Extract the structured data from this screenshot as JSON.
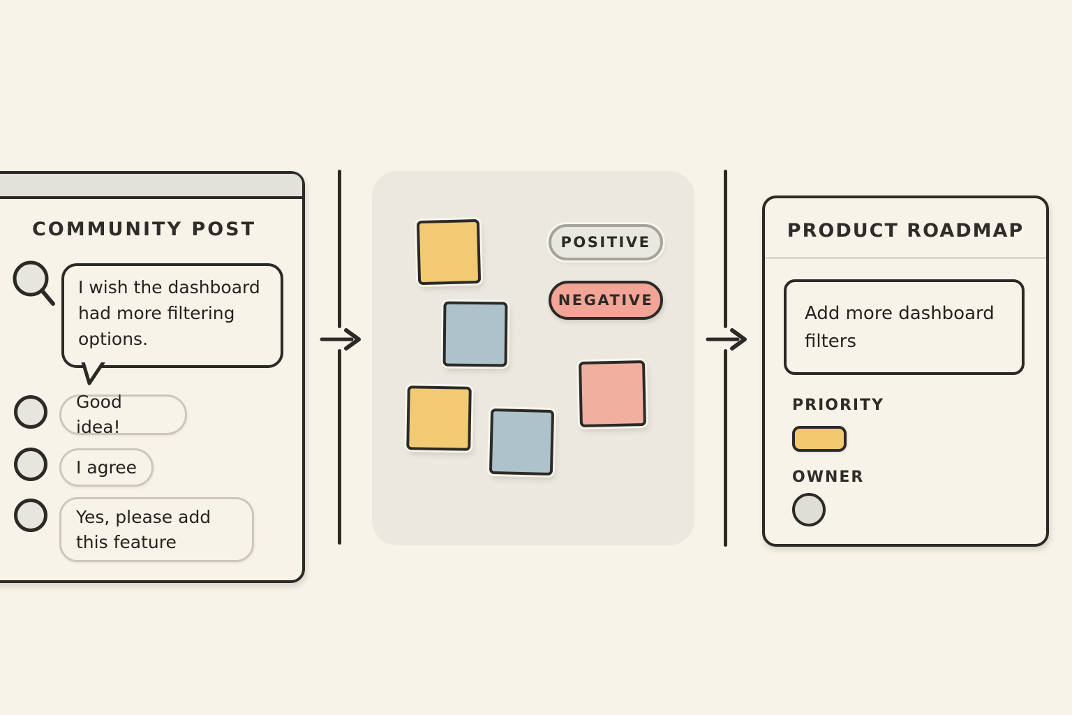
{
  "community_post": {
    "title": "COMMUNITY POST",
    "post_text": "I wish the dashboard had more filtering options.",
    "comments": [
      "Good idea!",
      "I agree",
      "Yes, please add this feature"
    ]
  },
  "sentiment_board": {
    "positive_label": "POSITIVE",
    "negative_label": "NEGATIVE",
    "sticky_notes": [
      {
        "color": "yellow"
      },
      {
        "color": "blue"
      },
      {
        "color": "pink"
      },
      {
        "color": "yellow"
      },
      {
        "color": "blue"
      }
    ]
  },
  "roadmap": {
    "title": "PRODUCT ROADMAP",
    "feature_text": "Add more dashboard filters",
    "priority_label": "PRIORITY",
    "owner_label": "OWNER"
  },
  "colors": {
    "background": "#f8f3e9",
    "ink": "#2b2a27",
    "board_background": "#ebe8df",
    "header_bar": "#e3e2da",
    "note_yellow": "#f2ca74",
    "note_blue": "#adc2cb",
    "note_pink": "#f0af9f",
    "positive_fill": "#e8e7e0",
    "positive_border": "#a4a49c",
    "negative_fill": "#f2a496",
    "priority_yellow": "#f3c96f"
  }
}
